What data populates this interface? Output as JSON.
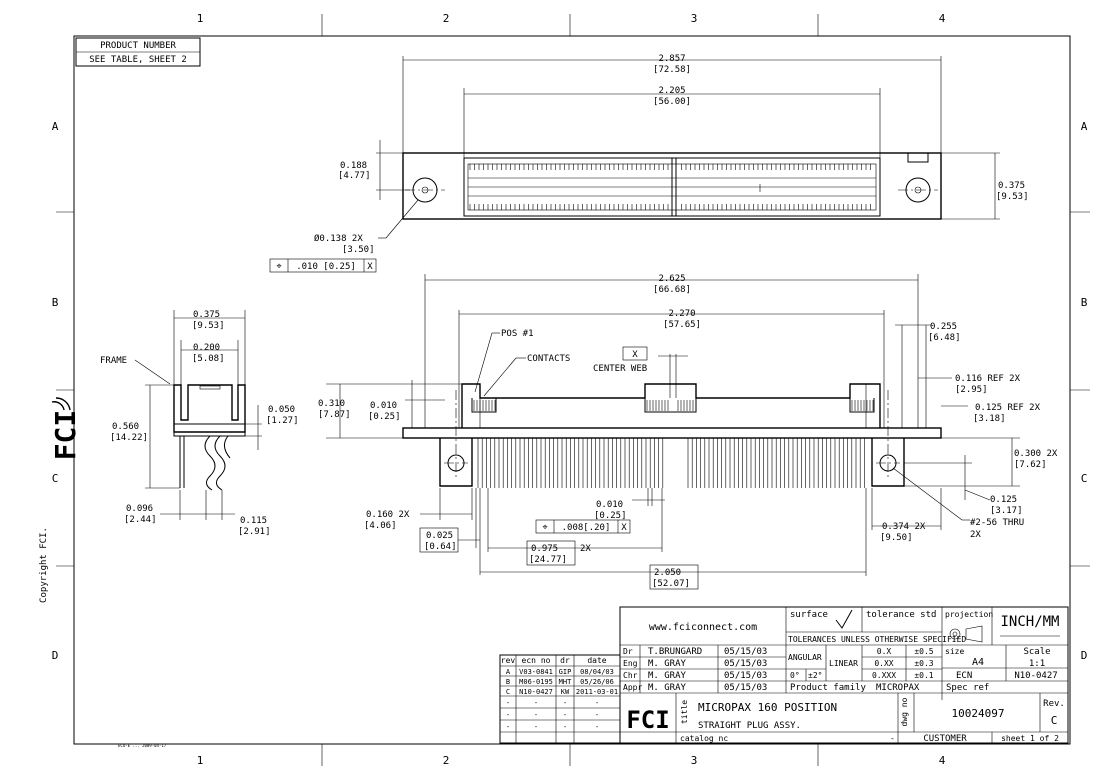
{
  "border": {
    "col_labels": [
      "1",
      "2",
      "3",
      "4"
    ],
    "row_labels": [
      "A",
      "B",
      "C",
      "D"
    ]
  },
  "product_number": {
    "label": "PRODUCT NUMBER",
    "value": "SEE TABLE, SHEET 2"
  },
  "side_text": {
    "copyright": "Copyright FCI.",
    "logo": "FCI"
  },
  "small_footer": "ECO-E ... 2009-04-17",
  "top_view": {
    "overall_width": "2.857",
    "overall_width_mm": "[72.58]",
    "inner_width": "2.205",
    "inner_width_mm": "[56.00]",
    "edge_dist": "0.188",
    "edge_dist_mm": "[4.77]",
    "height": "0.375",
    "height_mm": "[9.53]",
    "hole_dia": "Ø0.138 2X",
    "hole_dia_mm": "[3.50]",
    "tolerance": "⌖",
    "tolerance_value": ".010 [0.25]",
    "tolerance_ref": "X"
  },
  "side_view": {
    "width": "0.375",
    "width_mm": "[9.53]",
    "inner": "0.200",
    "inner_mm": "[5.08]",
    "frame": "FRAME",
    "height": "0.560",
    "height_mm": "[14.22]",
    "thick": "0.050",
    "thick_mm": "[1.27]",
    "pin1": "0.096",
    "pin1_mm": "[2.44]",
    "pin2": "0.115",
    "pin2_mm": "[2.91]"
  },
  "front_view": {
    "overall": "2.625",
    "overall_mm": "[66.68]",
    "inner": "2.270",
    "inner_mm": "[57.65]",
    "pos1": "POS #1",
    "contacts": "CONTACTS",
    "center_web_ref": "X",
    "center_web": "CENTER WEB",
    "h1": "0.310",
    "h1_mm": "[7.87]",
    "h2": "0.010",
    "h2_mm": "[0.25]",
    "d255": "0.255",
    "d255_mm": "[6.48]",
    "d116": "0.116 REF 2X",
    "d116_mm": "[2.95]",
    "d125": "0.125 REF 2X",
    "d125_mm": "[3.18]",
    "d300": "0.300 2X",
    "d300_mm": "[7.62]",
    "d125b": "0.125",
    "d125b_mm": "[3.17]",
    "thread": "#2-56 THRU",
    "thread_2": "2X",
    "d374": "0.374 2X",
    "d374_mm": "[9.50]",
    "d160": "0.160 2X",
    "d160_mm": "[4.06]",
    "d010": "0.010",
    "d010_mm": "[0.25]",
    "tol2": "⌖",
    "tol2_value": ".008[.20]",
    "tol2_ref": "X",
    "d025": "0.025",
    "d025_mm": "[0.64]",
    "d975": "0.975",
    "d975_mm": "[24.77]",
    "d975_2x": "2X",
    "d050": "2.050",
    "d050_mm": "[52.07]"
  },
  "title_block": {
    "website": "www.fciconnect.com",
    "surface": "surface",
    "tol_std": "tolerance std",
    "projection": "projection",
    "units": "INCH/MM",
    "tol_note": "TOLERANCES UNLESS OTHERWISE SPECIFIED",
    "rows": [
      {
        "role": "Dr",
        "name": "T.BRUNGARD",
        "date": "05/15/03"
      },
      {
        "role": "Eng",
        "name": "M. GRAY",
        "date": "05/15/03"
      },
      {
        "role": "Chr",
        "name": "M. GRAY",
        "date": "05/15/03"
      },
      {
        "role": "Appr",
        "name": "M. GRAY",
        "date": "05/15/03"
      }
    ],
    "angular": "ANGULAR",
    "ang1": "0°",
    "ang2": "±2°",
    "linear": "LINEAR",
    "lin": [
      {
        "fmt": "0.X",
        "tol": "±0.5"
      },
      {
        "fmt": "0.XX",
        "tol": "±0.3"
      },
      {
        "fmt": "0.XXX",
        "tol": "±0.1"
      }
    ],
    "size_label": "size",
    "size": "A4",
    "scale_label": "Scale",
    "scale": "1:1",
    "ecn_label": "ECN",
    "ecn": "N10-0427",
    "product_family_label": "Product family",
    "product_family": "MICROPAX",
    "spec_ref": "Spec ref",
    "title_label": "title",
    "title_1": "MICROPAX 160 POSITION",
    "title_2": "STRAIGHT PLUG ASSY.",
    "dwg_label": "dwg no",
    "dwg_no": "10024097",
    "rev_label": "Rev.",
    "rev": "C",
    "catalog": "catalog nc",
    "catalog_val": "-",
    "customer": "CUSTOMER",
    "sheet": "sheet 1 of 2",
    "logo": "FCI"
  },
  "revisions": {
    "headers": [
      "rev",
      "ecn no",
      "dr",
      "date"
    ],
    "rows": [
      [
        "A",
        "V03-0841",
        "GIP",
        "08/04/03"
      ],
      [
        "B",
        "M06-0195",
        "MHT",
        "05/26/06"
      ],
      [
        "C",
        "N10-0427",
        "KW",
        "2011-03-01"
      ],
      [
        "-",
        "-",
        "-",
        "-"
      ],
      [
        "-",
        "-",
        "-",
        "-"
      ],
      [
        "-",
        "-",
        "-",
        "-"
      ]
    ]
  }
}
